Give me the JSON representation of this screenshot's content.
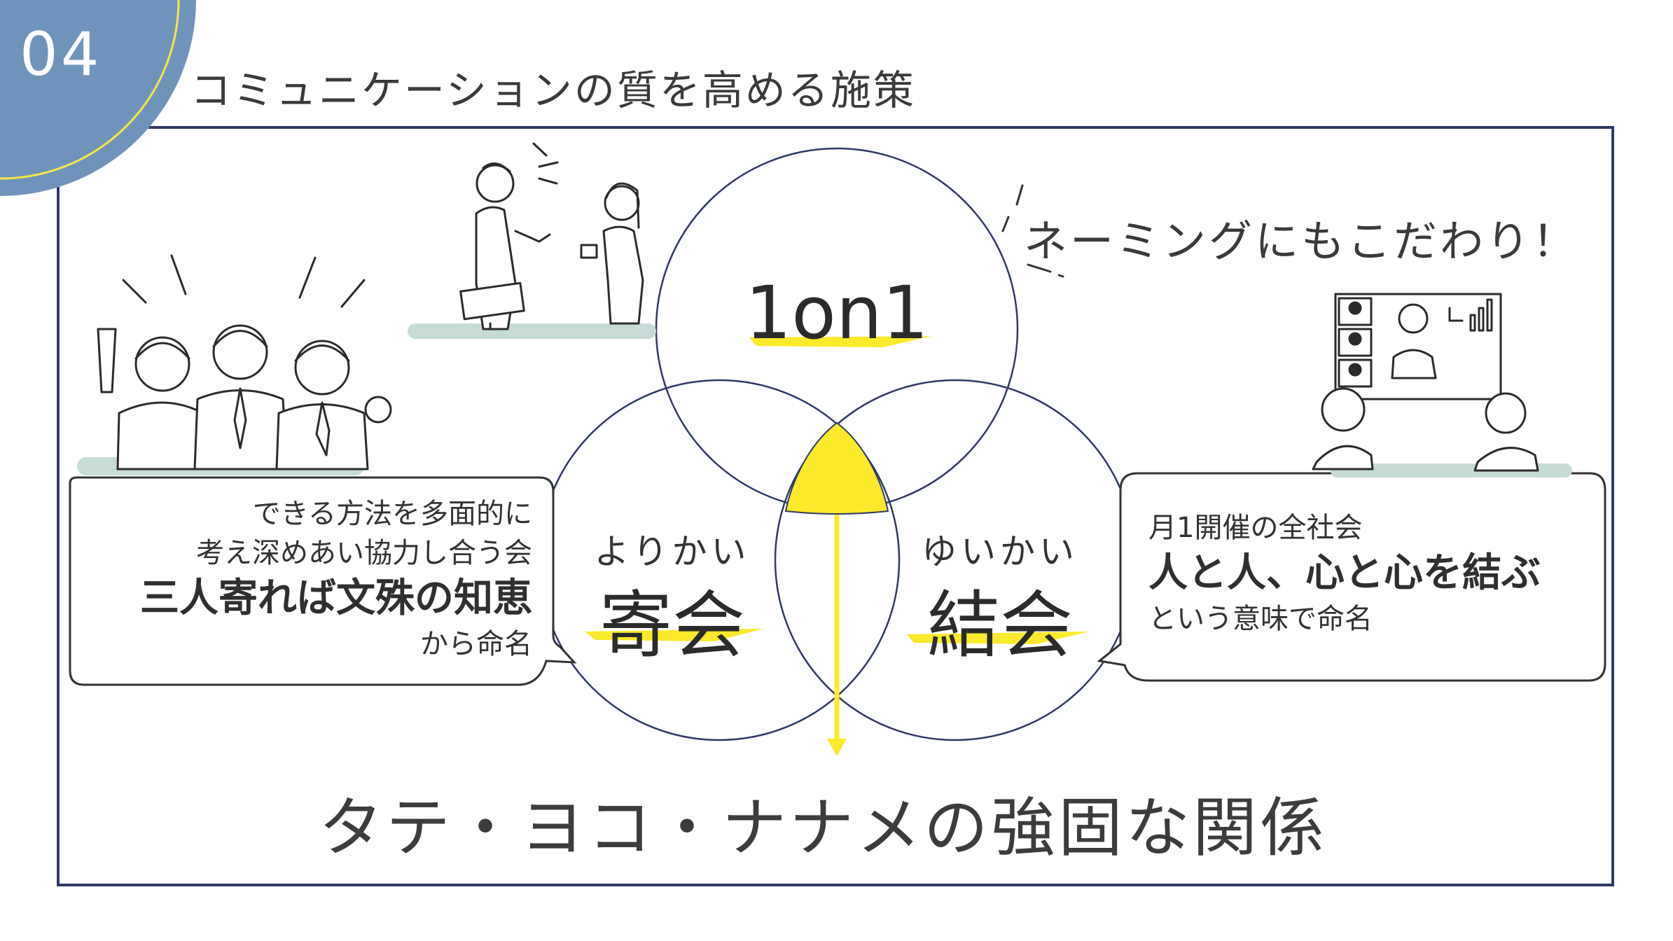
{
  "header": {
    "number": "04",
    "title": "コミュニケーションの質を高める施策"
  },
  "diagram": {
    "top_circle": {
      "label": "1on1"
    },
    "left_circle": {
      "ruby": "よりかい",
      "label": "寄会"
    },
    "right_circle": {
      "ruby": "ゆいかい",
      "label": "結会"
    },
    "result": "タテ・ヨコ・ナナメの強固な関係"
  },
  "naming_note": "ネーミングにもこだわり！",
  "left_bubble": {
    "line1": "できる方法を多面的に",
    "line2": "考え深めあい協力し合う会",
    "emphasis": "三人寄れば文殊の知恵",
    "line4": "から命名"
  },
  "right_bubble": {
    "line1": "月1開催の全社会",
    "emphasis": "人と人、心と心を結ぶ",
    "line3": "という意味で命名"
  },
  "colors": {
    "accent_blue": "#6f94bb",
    "frame_navy": "#2f3a66",
    "highlight_yellow": "#fbe92b",
    "ground_green": "#c7dbd6"
  },
  "illustrations": [
    "three-people-cheering",
    "two-people-talking",
    "online-meeting"
  ]
}
